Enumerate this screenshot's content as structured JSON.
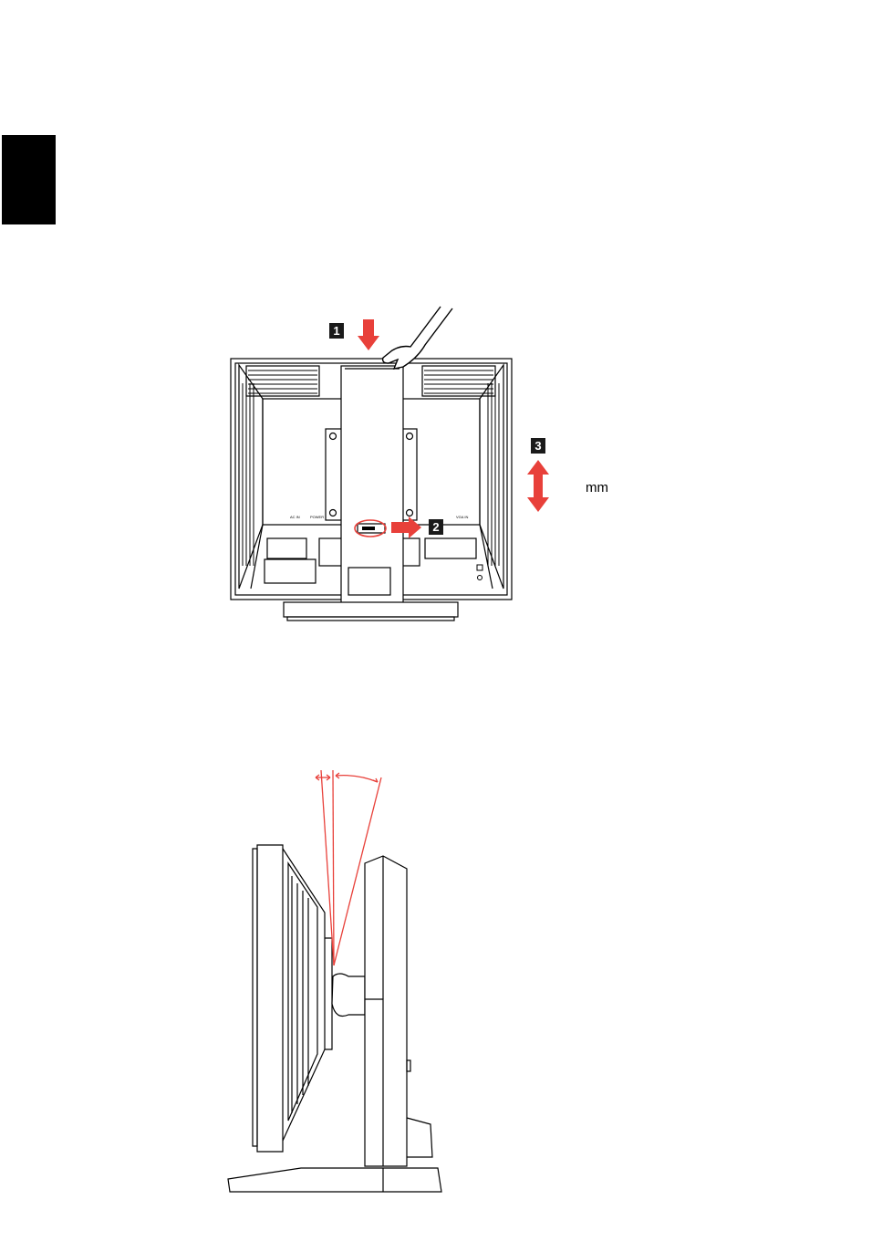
{
  "figure1": {
    "step1": "1",
    "step2": "2",
    "step3": "3",
    "unit": "mm",
    "port_labels": [
      "AC IN",
      "POWER",
      "VGA IN"
    ]
  },
  "colors": {
    "accent_red": "#e8403a",
    "line": "#000000",
    "tab": "#000000"
  }
}
